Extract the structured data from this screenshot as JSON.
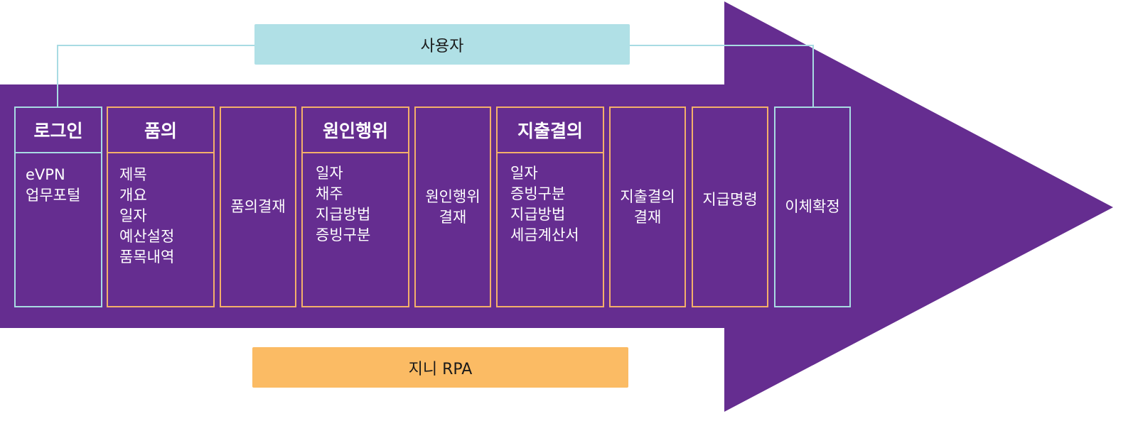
{
  "colors": {
    "arrow": "#652d90",
    "user": "#b0e0e6",
    "rpa": "#fbbb64",
    "orange_border": "#f4b069",
    "blue_border": "#a8dbe3"
  },
  "user_label": "사용자",
  "rpa_label": "지니 RPA",
  "steps": [
    {
      "title": "로그인",
      "items": [
        "eVPN",
        "업무포털"
      ]
    },
    {
      "title": "품의",
      "items": [
        "제목",
        "개요",
        "일자",
        "예산설정",
        "품목내역"
      ]
    },
    {
      "label_lines": [
        "품의결재"
      ]
    },
    {
      "title": "원인행위",
      "items": [
        "일자",
        "채주",
        "지급방법",
        "증빙구분"
      ]
    },
    {
      "label_lines": [
        "원인행위",
        "결재"
      ]
    },
    {
      "title": "지출결의",
      "items": [
        "일자",
        "증빙구분",
        "지급방법",
        "세금계산서"
      ]
    },
    {
      "label_lines": [
        "지출결의",
        "결재"
      ]
    },
    {
      "label_lines": [
        "지급명령"
      ]
    },
    {
      "label_lines": [
        "이체확정"
      ]
    }
  ]
}
